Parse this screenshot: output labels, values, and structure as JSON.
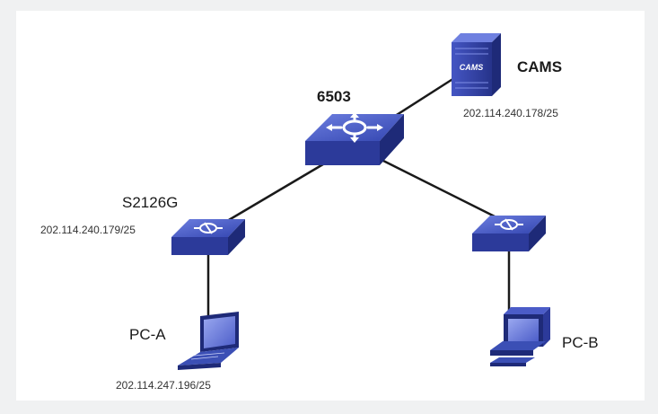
{
  "diagram": {
    "nodes": {
      "cams": {
        "name": "CAMS",
        "ip": "202.114.240.178/25",
        "icon": "server-icon",
        "screen_text": "CAMS"
      },
      "core_switch": {
        "name": "6503",
        "icon": "core-switch-icon"
      },
      "access_switch_left": {
        "name": "S2126G",
        "ip": "202.114.240.179/25",
        "icon": "switch-icon"
      },
      "access_switch_right": {
        "icon": "switch-icon"
      },
      "pc_a": {
        "name": "PC-A",
        "ip": "202.114.247.196/25",
        "icon": "laptop-icon"
      },
      "pc_b": {
        "name": "PC-B",
        "icon": "desktop-pc-icon"
      }
    },
    "links": [
      [
        "core_switch",
        "cams"
      ],
      [
        "core_switch",
        "access_switch_left"
      ],
      [
        "core_switch",
        "access_switch_right"
      ],
      [
        "access_switch_left",
        "pc_a"
      ],
      [
        "access_switch_right",
        "pc_b"
      ]
    ],
    "colors": {
      "device_blue": "#3b4fb5",
      "device_dark": "#1e2a78",
      "link": "#1a1a1a",
      "background": "#f0f1f2"
    }
  }
}
